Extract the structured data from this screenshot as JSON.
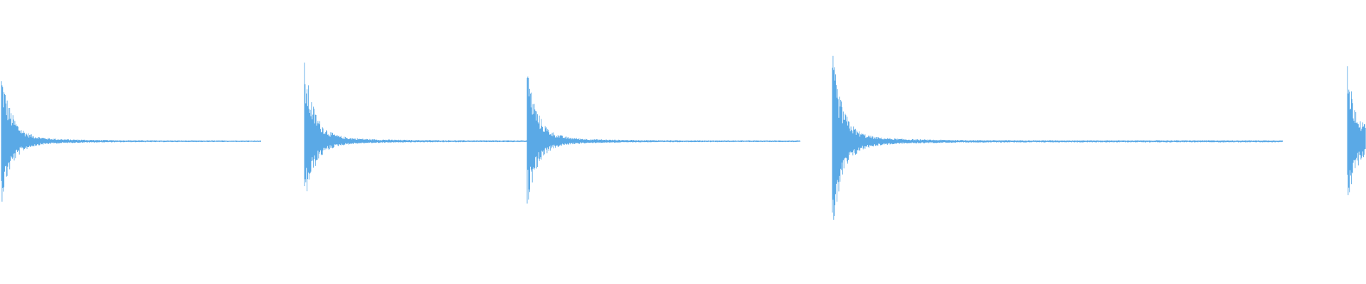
{
  "waveform": {
    "color": "#5aa9e6",
    "background": "#ffffff",
    "transients": [
      {
        "peak_top": 0.81,
        "peak_bottom": 0.7,
        "decay": 0.92,
        "tail_length": 0.19,
        "clipped_left": true
      },
      {
        "peak_top": 0.88,
        "peak_bottom": 0.73,
        "decay": 0.85,
        "tail_length": 0.18,
        "clipped_left": false
      },
      {
        "peak_top": 0.86,
        "peak_bottom": 0.72,
        "decay": 0.85,
        "tail_length": 0.2,
        "clipped_left": false
      },
      {
        "peak_top": 0.99,
        "peak_bottom": 0.9,
        "decay": 0.85,
        "tail_length": 0.33,
        "clipped_left": false
      },
      {
        "peak_top": 0.83,
        "peak_bottom": 0.7,
        "decay": 0.85,
        "tail_length": 0.02,
        "clipped_right": true
      }
    ]
  }
}
